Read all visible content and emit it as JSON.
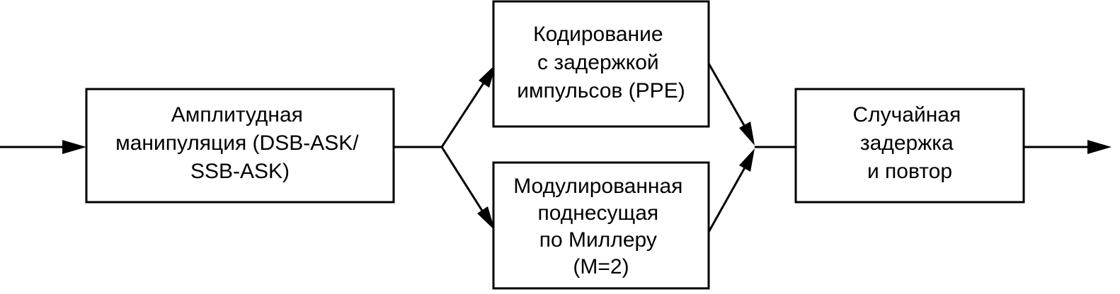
{
  "diagram": {
    "nodes": [
      {
        "id": "ask",
        "lines": [
          "Амплитудная",
          "манипуляция (DSB-ASK/",
          "SSB-ASK)"
        ]
      },
      {
        "id": "ppe",
        "lines": [
          "Кодирование",
          "с задержкой",
          "импульсов (PPE)"
        ]
      },
      {
        "id": "miller",
        "lines": [
          "Модулированная",
          "поднесущая",
          "по Миллеру",
          "(M=2)"
        ]
      },
      {
        "id": "random",
        "lines": [
          "Случайная",
          "задержка",
          "и повтор"
        ]
      }
    ],
    "edges": [
      {
        "from": "input",
        "to": "ask"
      },
      {
        "from": "ask",
        "to": "ppe"
      },
      {
        "from": "ask",
        "to": "miller"
      },
      {
        "from": "ppe",
        "to": "random"
      },
      {
        "from": "miller",
        "to": "random"
      },
      {
        "from": "random",
        "to": "output"
      }
    ],
    "colors": {
      "stroke": "#000000",
      "fill": "#ffffff",
      "text": "#000000"
    }
  }
}
